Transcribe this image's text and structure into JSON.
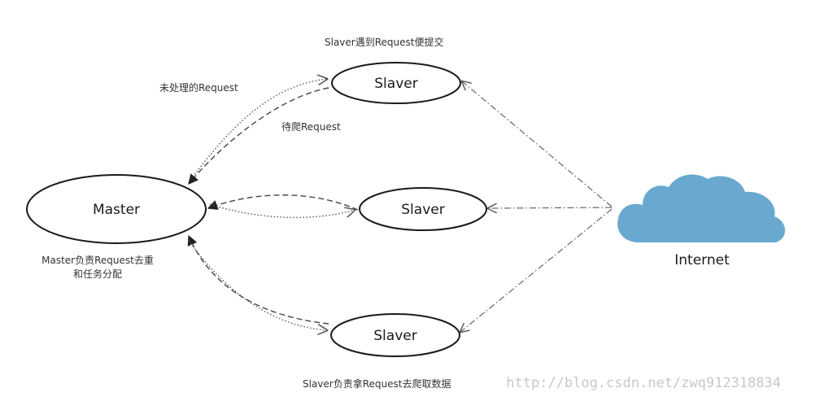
{
  "diagram": {
    "nodes": {
      "master": "Master",
      "slaver_top": "Slaver",
      "slaver_middle": "Slaver",
      "slaver_bottom": "Slaver",
      "internet": "Internet"
    },
    "annotations": {
      "slaver_submit": "Slaver遇到Request便提交",
      "unprocessed": "未处理的Request",
      "pending": "待爬Request",
      "master_duty_line1": "Master负责Request去重",
      "master_duty_line2": "和任务分配",
      "slaver_duty": "Slaver负责拿Request去爬取数据"
    },
    "watermark": "http://blog.csdn.net/zwq912318834",
    "colors": {
      "cloud": "#6aa9cf",
      "node_stroke": "#1a1a1a",
      "node_fill": "#ffffff"
    }
  }
}
